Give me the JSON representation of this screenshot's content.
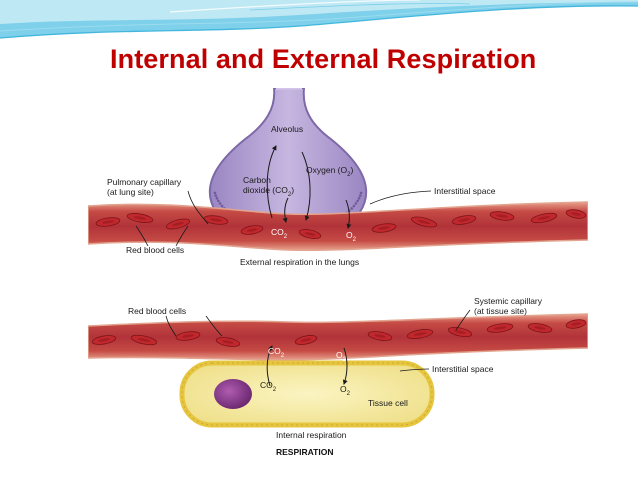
{
  "slide": {
    "title": "Internal and External Respiration"
  },
  "diagram": {
    "labels": {
      "alveolus": "Alveolus",
      "oxygen": "Oxygen (O",
      "oxygen_sub": "2",
      "oxygen_close": ")",
      "co2_line1": "Carbon",
      "co2_line2": "dioxide (CO",
      "co2_sub": "2",
      "co2_close": ")",
      "pulm_line1": "Pulmonary capillary",
      "pulm_line2": "(at lung site)",
      "interstitial_top": "Interstitial space",
      "rbc_top": "Red blood cells",
      "co2_flow_top": "CO",
      "co2_flow_top_sub": "2",
      "o2_flow_top": "O",
      "o2_flow_top_sub": "2",
      "external_caption": "External respiration in the lungs",
      "rbc_bottom": "Red blood cells",
      "systemic_line1": "Systemic capillary",
      "systemic_line2": "(at tissue site)",
      "co2_flow_mid": "CO",
      "co2_flow_mid_sub": "2",
      "o2_flow_mid": "O",
      "o2_flow_mid_sub": "2",
      "interstitial_bottom": "Interstitial space",
      "co2_cell": "CO",
      "co2_cell_sub": "2",
      "o2_cell": "O",
      "o2_cell_sub": "2",
      "tissue_cell": "Tissue cell",
      "internal_caption": "Internal respiration",
      "footer": "RESPIRATION"
    },
    "colors": {
      "title": "#c00000",
      "vessel": "#b8383a",
      "vessel_dark": "#8e2225",
      "vessel_edge": "#e9a08a",
      "alveolus": "#b7a3d4",
      "alveolus_edge": "#8a76b3",
      "cell_fill": "#f4ea9c",
      "cell_edge": "#e0c34a",
      "nucleus": "#8e3c8e"
    }
  }
}
